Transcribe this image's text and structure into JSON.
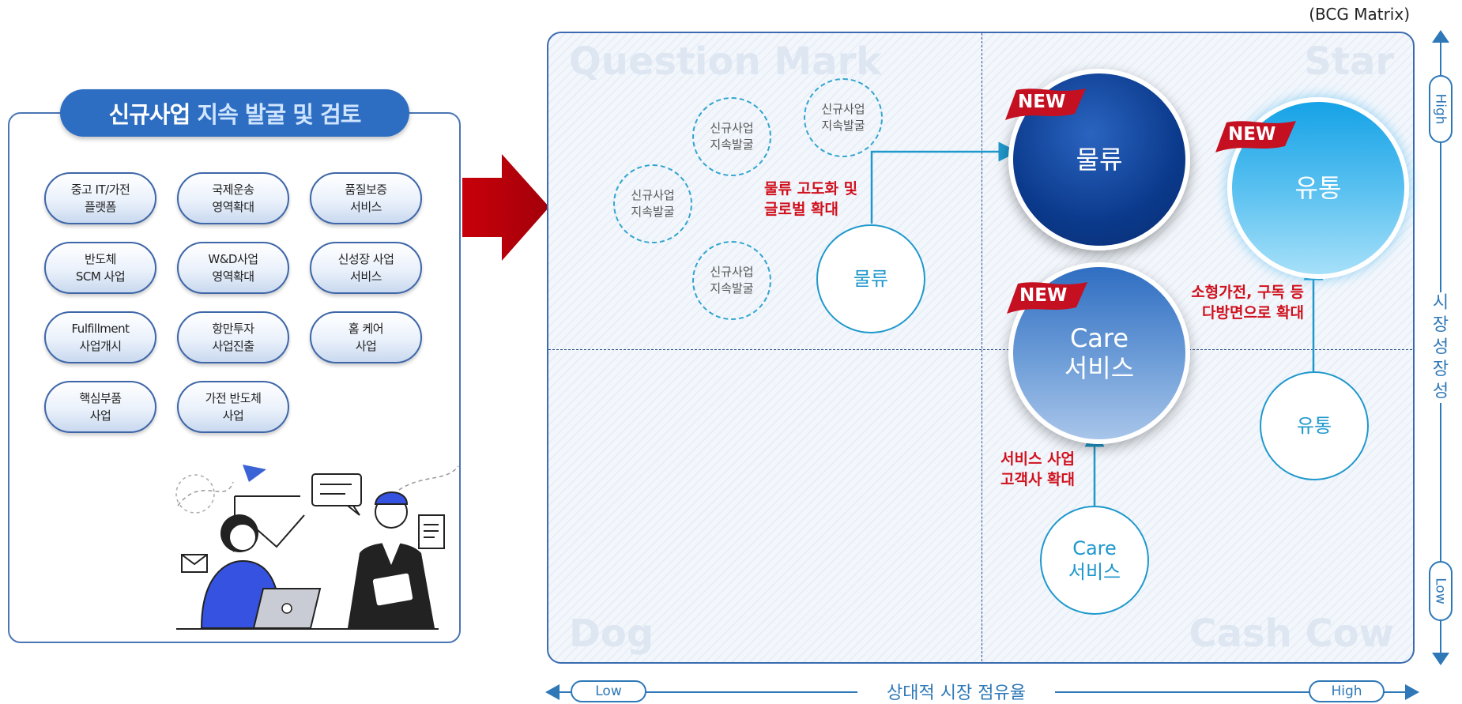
{
  "header": {
    "bcg_label": "(BCG Matrix)"
  },
  "left_panel": {
    "title_main": "신규사업",
    "title_highlight": "지속 발굴 및 검토",
    "items": [
      "중고 IT/가전\n플랫폼",
      "국제운송\n영역확대",
      "품질보증\n서비스",
      "반도체\nSCM 사업",
      "W&D사업\n영역확대",
      "신성장 사업\n서비스",
      "Fulfillment\n사업개시",
      "항만투자\n사업진출",
      "홈 케어\n사업",
      "핵심부품\n사업",
      "가전 반도체\n사업"
    ]
  },
  "matrix": {
    "quadrants": {
      "top_left": "Question Mark",
      "top_right": "Star",
      "bottom_left": "Dog",
      "bottom_right": "Cash Cow"
    },
    "discovery_circles": [
      "신규사업\n지속발굴",
      "신규사업\n지속발굴",
      "신규사업\n지속발굴",
      "신규사업\n지속발굴"
    ],
    "current": {
      "logistics": "물류",
      "care": "Care\n서비스",
      "distribution": "유통"
    },
    "future": {
      "logistics": "물류",
      "care": "Care\n서비스",
      "distribution": "유통"
    },
    "new_badge": "NEW",
    "annotations": {
      "logistics": "물류 고도화 및\n글로벌 확대",
      "care": "서비스 사업\n고객사 확대",
      "distribution": "소형가전, 구독 등\n다방면으로 확대"
    },
    "colors": {
      "logistics_gradient": [
        "#1b4fa8",
        "#0a2f78"
      ],
      "distribution_gradient": [
        "#1aa5e6",
        "#8fd6f6"
      ],
      "care_gradient": [
        "#3a76c4",
        "#a9c6ea"
      ],
      "accent": "#1f98cc",
      "red": "#d0101c"
    }
  },
  "axes": {
    "x_title": "상대적 시장 점유율",
    "x_low": "Low",
    "x_high": "High",
    "y_title": [
      "시",
      "장",
      "성",
      "장",
      "성"
    ],
    "y_high": "High",
    "y_low": "Low"
  }
}
